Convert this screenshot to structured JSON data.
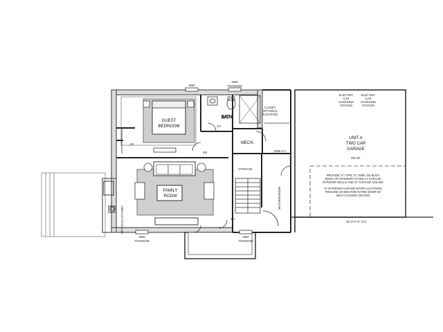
{
  "plan": {
    "rooms": {
      "guest_bedroom": [
        "GUEST",
        "BEDROOM"
      ],
      "family_room": [
        "FAMILY",
        "ROOM"
      ],
      "bath": "BATH",
      "mech": "MECH.",
      "storage": "STORAGE",
      "closet": [
        "CLOSET",
        "(OPTIONAL",
        "ELEVATOR)"
      ],
      "garage": [
        "UNIT A",
        "TWO CAR",
        "GARAGE"
      ],
      "garage_area": "491 SF"
    },
    "chargers": {
      "left": [
        "ELECTRIC",
        "CAR",
        "CHARGING",
        "STATION"
      ],
      "right": [
        "ELECTRIC",
        "CAR",
        "CHARGING",
        "STATION"
      ]
    },
    "notes": {
      "gwb": [
        "PROVIDE ⅝\" TYPE \"X\" GWB. ON BOTH",
        "SIDES OF INTERIOR STUDS AT GARAGE",
        "INTERIOR WALLS AND AT GARAGE CEILING"
      ],
      "door": [
        "AT INTERIOR GARAGE DOOR LOCATIONS",
        "PROVIDE (20 MIN FIRE RATED DOOR W/",
        "SELF-CLOSING DEVICE)"
      ],
      "garage_door": "16'-0\"x7'-0\" O.D.",
      "garage_door_side": "3068 S.C.",
      "optional_kitchen": "OPTIONAL KITCHEN",
      "refrigerator": "REFRIGERATOR"
    },
    "openings": {
      "top_window_1": "3050",
      "top_window_2": "3050",
      "transom": "TRANSOM",
      "bottom_window_1": "3050",
      "bottom_window_2": "3050",
      "dim_24a": "2/4",
      "dim_28": "2/8",
      "dim_24b": "2/4",
      "dim_26": "2/6"
    }
  }
}
